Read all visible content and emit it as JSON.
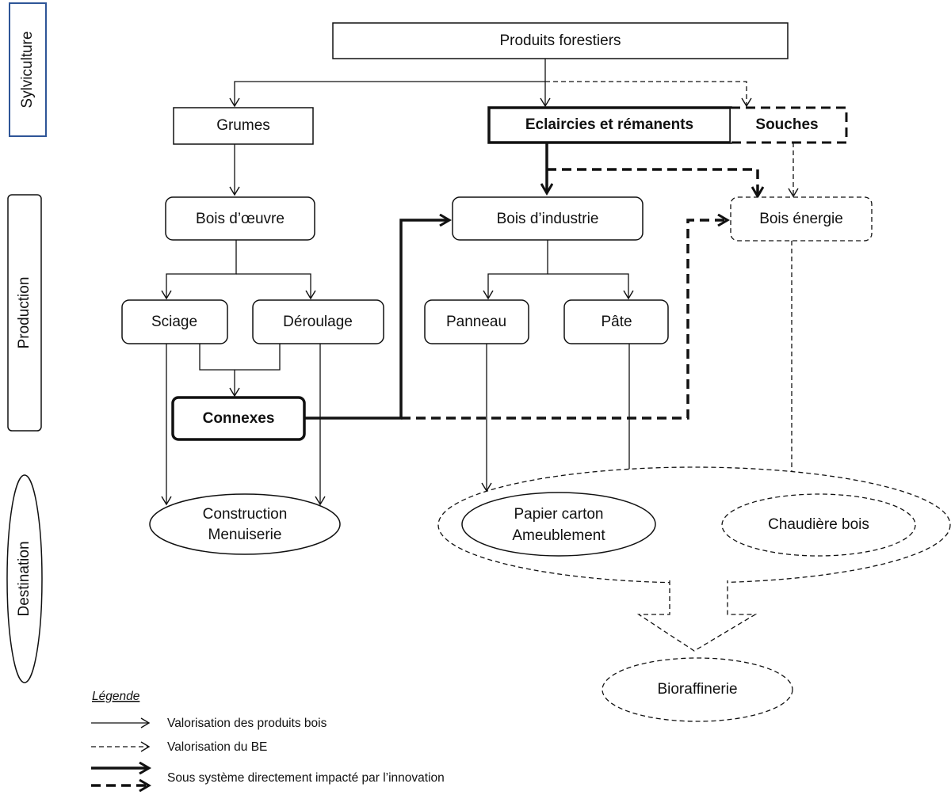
{
  "stages": {
    "sylviculture": "Sylviculture",
    "production": "Production",
    "destination": "Destination"
  },
  "nodes": {
    "produits_forestiers": "Produits forestiers",
    "grumes": "Grumes",
    "eclaircies": "Eclaircies et rémanents",
    "souches": "Souches",
    "bois_oeuvre": "Bois d’œuvre",
    "bois_industrie": "Bois d’industrie",
    "bois_energie": "Bois énergie",
    "sciage": "Sciage",
    "deroulage": "Déroulage",
    "panneau": "Panneau",
    "pate": "Pâte",
    "connexes": "Connexes",
    "construction_l1": "Construction",
    "construction_l2": "Menuiserie",
    "papier_l1": "Papier carton",
    "papier_l2": "Ameublement",
    "chaudiere": "Chaudière bois",
    "bioraffinerie": "Bioraffinerie"
  },
  "legend": {
    "title": "Légende",
    "items": [
      {
        "style": "thin-solid",
        "label": "Valorisation des produits bois"
      },
      {
        "style": "thin-dashed",
        "label": "Valorisation du BE"
      },
      {
        "style": "thick",
        "label": "Sous système  directement impacté par l’innovation"
      }
    ]
  },
  "colors": {
    "stroke": "#111111",
    "sylviculture_border": "#2e5597"
  }
}
